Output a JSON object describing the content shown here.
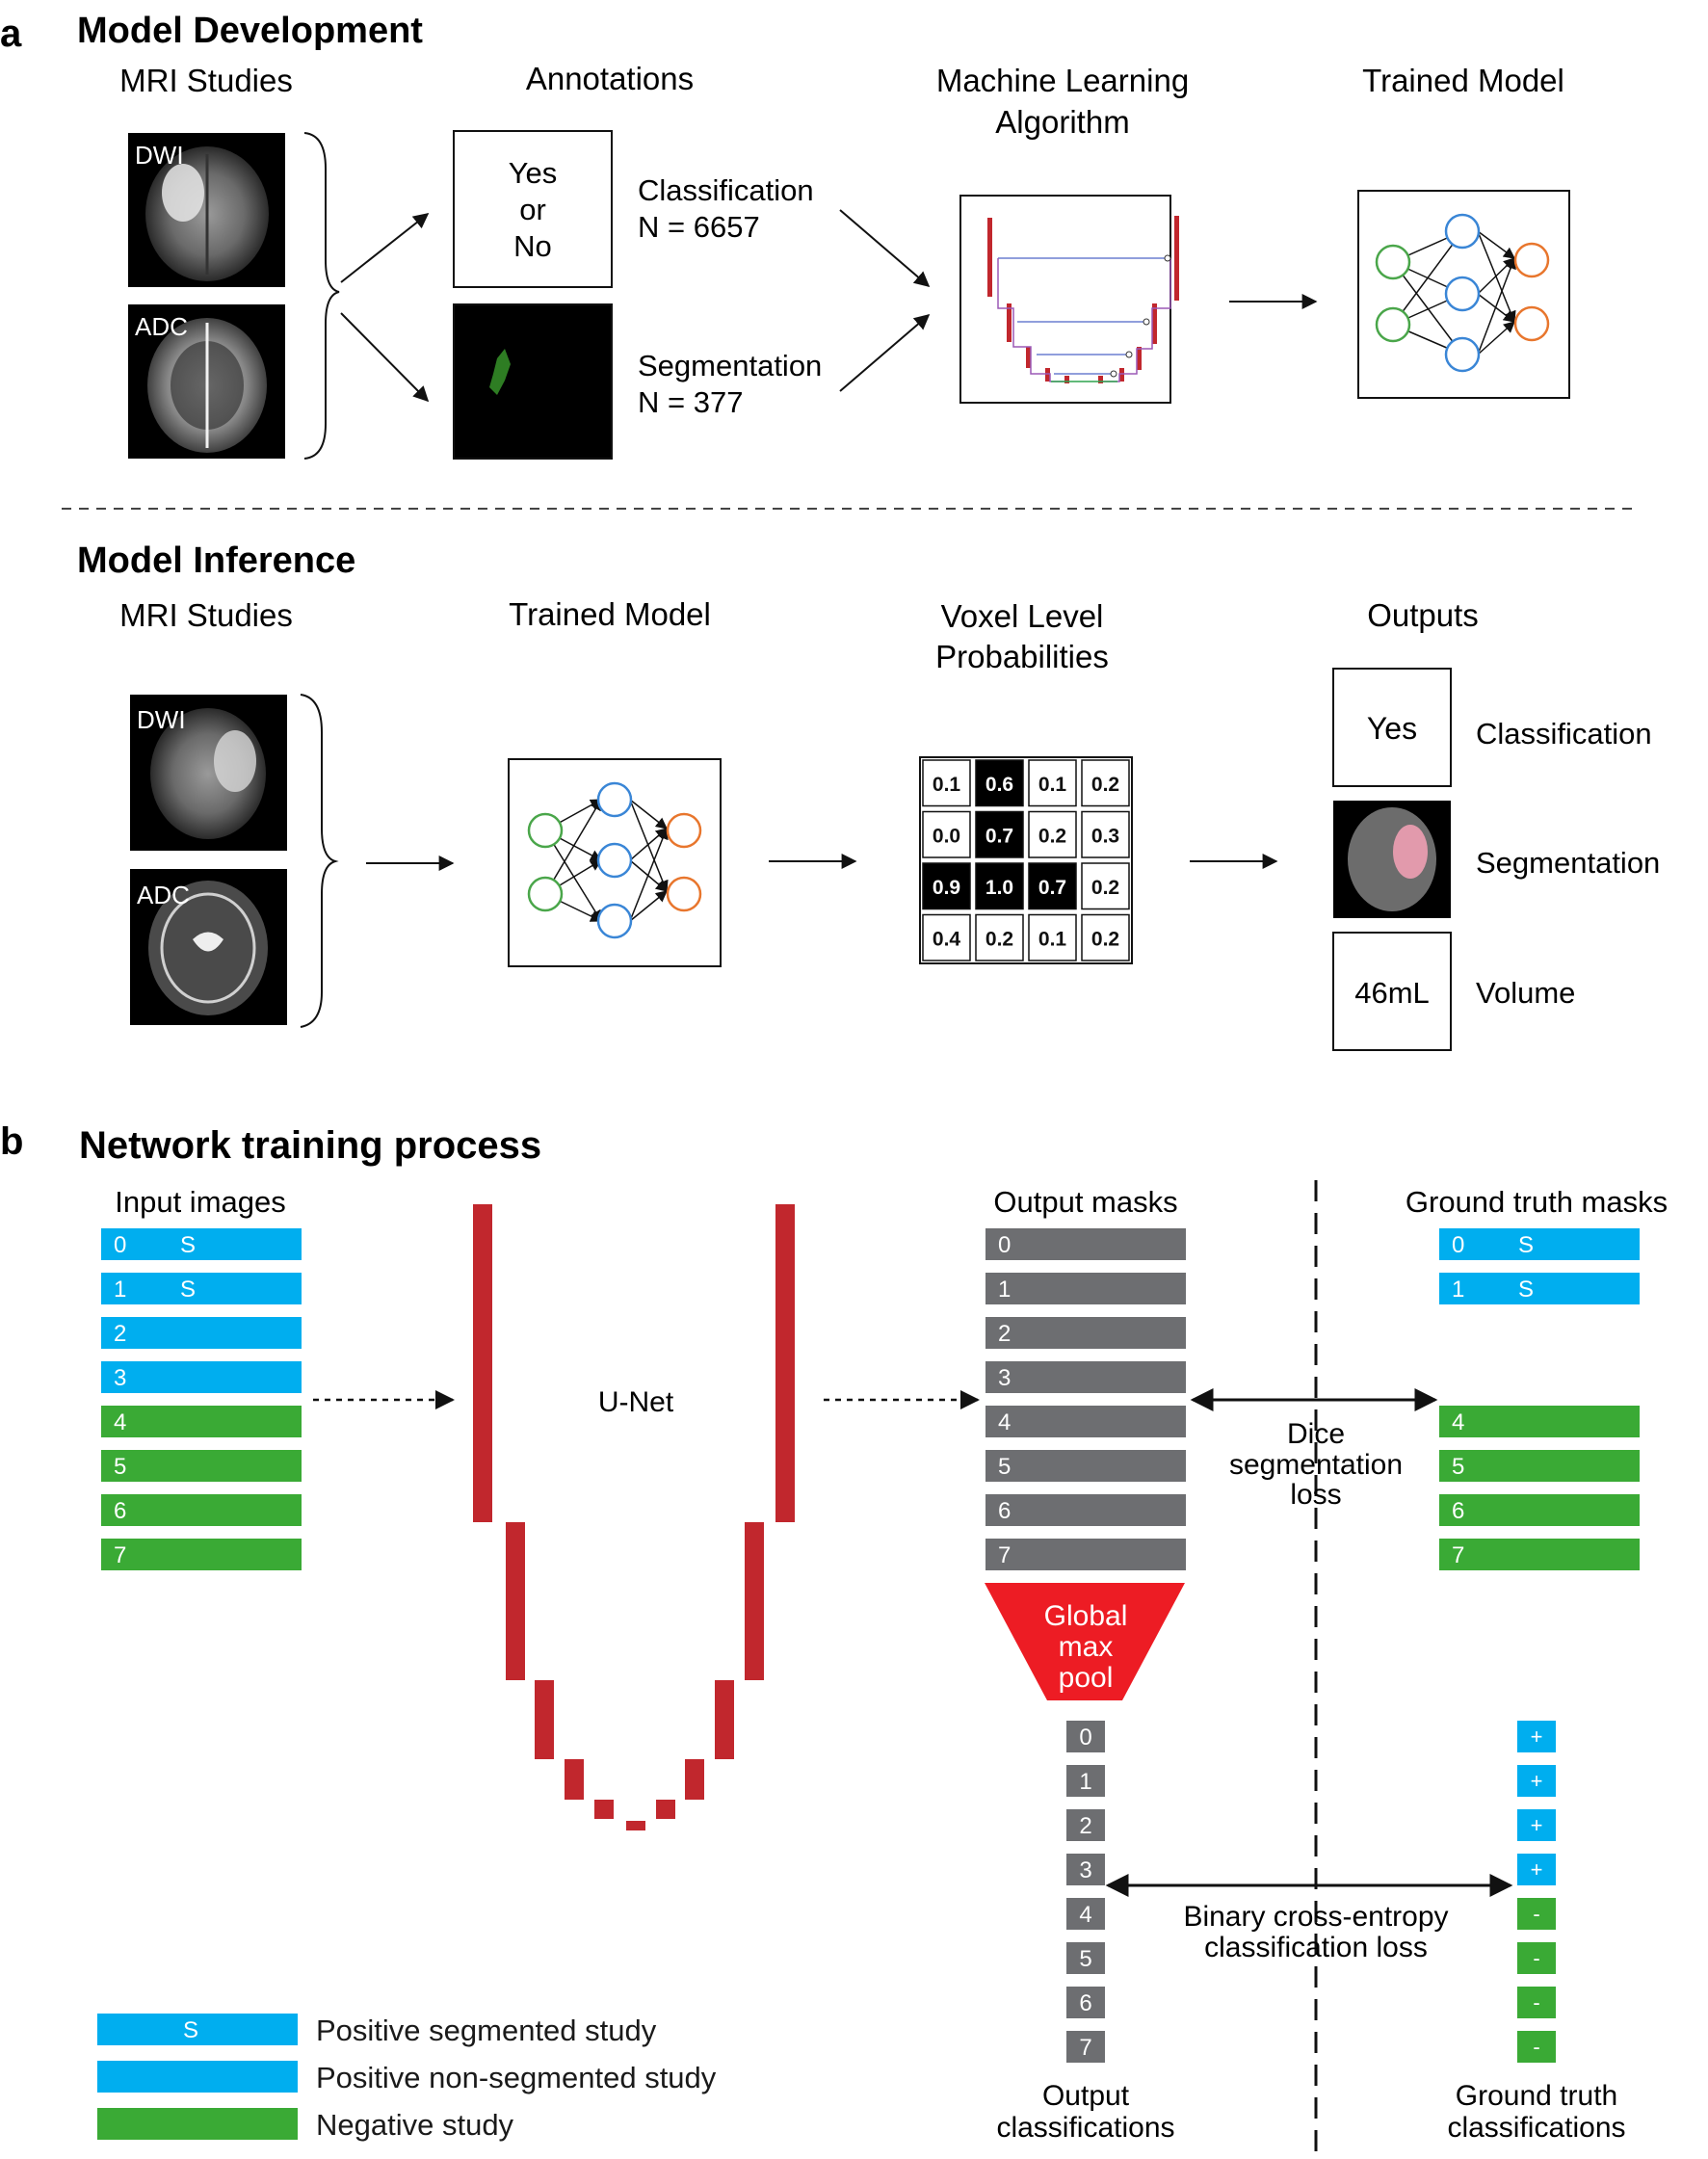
{
  "panel_a": {
    "letter": "a",
    "dev": {
      "title": "Model Development",
      "col_mri": "MRI Studies",
      "col_annotations": "Annotations",
      "col_ml_line1": "Machine Learning",
      "col_ml_line2": "Algorithm",
      "col_trained": "Trained Model",
      "img_dwi": "DWI",
      "img_adc": "ADC",
      "yes": "Yes",
      "or": "or",
      "no": "No",
      "classification": "Classification",
      "classification_n": "N = 6657",
      "segmentation": "Segmentation",
      "segmentation_n": "N = 377"
    },
    "inf": {
      "title": "Model Inference",
      "col_mri": "MRI Studies",
      "col_trained": "Trained Model",
      "col_voxel_line1": "Voxel Level",
      "col_voxel_line2": "Probabilities",
      "col_outputs": "Outputs",
      "img_dwi": "DWI",
      "img_adc": "ADC",
      "grid": [
        [
          "0.1",
          "0.6",
          "0.1",
          "0.2"
        ],
        [
          "0.0",
          "0.7",
          "0.2",
          "0.3"
        ],
        [
          "0.9",
          "1.0",
          "0.7",
          "0.2"
        ],
        [
          "0.4",
          "0.2",
          "0.1",
          "0.2"
        ]
      ],
      "grid_dark": [
        [
          false,
          true,
          false,
          false
        ],
        [
          false,
          true,
          false,
          false
        ],
        [
          true,
          true,
          true,
          false
        ],
        [
          false,
          false,
          false,
          false
        ]
      ],
      "out_yes": "Yes",
      "out_classification": "Classification",
      "out_segmentation": "Segmentation",
      "out_volume_value": "46mL",
      "out_volume": "Volume"
    }
  },
  "panel_b": {
    "letter": "b",
    "title": "Network training process",
    "input_header": "Input images",
    "inputs": [
      {
        "idx": "0",
        "s": "S",
        "kind": "pos"
      },
      {
        "idx": "1",
        "s": "S",
        "kind": "pos"
      },
      {
        "idx": "2",
        "s": "",
        "kind": "pos"
      },
      {
        "idx": "3",
        "s": "",
        "kind": "pos"
      },
      {
        "idx": "4",
        "s": "",
        "kind": "neg"
      },
      {
        "idx": "5",
        "s": "",
        "kind": "neg"
      },
      {
        "idx": "6",
        "s": "",
        "kind": "neg"
      },
      {
        "idx": "7",
        "s": "",
        "kind": "neg"
      }
    ],
    "unet_label": "U-Net",
    "output_header": "Output masks",
    "outputs": [
      "0",
      "1",
      "2",
      "3",
      "4",
      "5",
      "6",
      "7"
    ],
    "gmp_line1": "Global",
    "gmp_line2": "max",
    "gmp_line3": "pool",
    "out_class": [
      "0",
      "1",
      "2",
      "3",
      "4",
      "5",
      "6",
      "7"
    ],
    "out_class_label_line1": "Output",
    "out_class_label_line2": "classifications",
    "gt_header": "Ground truth masks",
    "gt_masks": [
      {
        "idx": "0",
        "s": "S",
        "kind": "pos"
      },
      {
        "idx": "1",
        "s": "S",
        "kind": "pos"
      },
      {
        "idx": "4",
        "s": "",
        "kind": "neg"
      },
      {
        "idx": "5",
        "s": "",
        "kind": "neg"
      },
      {
        "idx": "6",
        "s": "",
        "kind": "neg"
      },
      {
        "idx": "7",
        "s": "",
        "kind": "neg"
      }
    ],
    "dice_line1": "Dice",
    "dice_line2": "segmentation",
    "dice_line3": "loss",
    "gt_class": [
      {
        "sign": "+",
        "kind": "pos"
      },
      {
        "sign": "+",
        "kind": "pos"
      },
      {
        "sign": "+",
        "kind": "pos"
      },
      {
        "sign": "+",
        "kind": "pos"
      },
      {
        "sign": "-",
        "kind": "neg"
      },
      {
        "sign": "-",
        "kind": "neg"
      },
      {
        "sign": "-",
        "kind": "neg"
      },
      {
        "sign": "-",
        "kind": "neg"
      }
    ],
    "gt_class_label_line1": "Ground truth",
    "gt_class_label_line2": "classifications",
    "bce_line1": "Binary cross-entropy",
    "bce_line2": "classification loss",
    "legend": [
      {
        "swatch": "S",
        "kind": "pos",
        "label": "Positive segmented study"
      },
      {
        "swatch": "",
        "kind": "pos",
        "label": "Positive non-segmented study"
      },
      {
        "swatch": "",
        "kind": "neg",
        "label": "Negative study"
      }
    ]
  },
  "colors": {
    "positive": "#00aeef",
    "negative": "#3aaa35",
    "output_gray": "#6d6e71",
    "unet_red": "#c1272d",
    "gmp_red": "#ed1c24",
    "node_green": "#4aa64a",
    "node_blue": "#3a86d6",
    "node_orange": "#e8762d"
  }
}
